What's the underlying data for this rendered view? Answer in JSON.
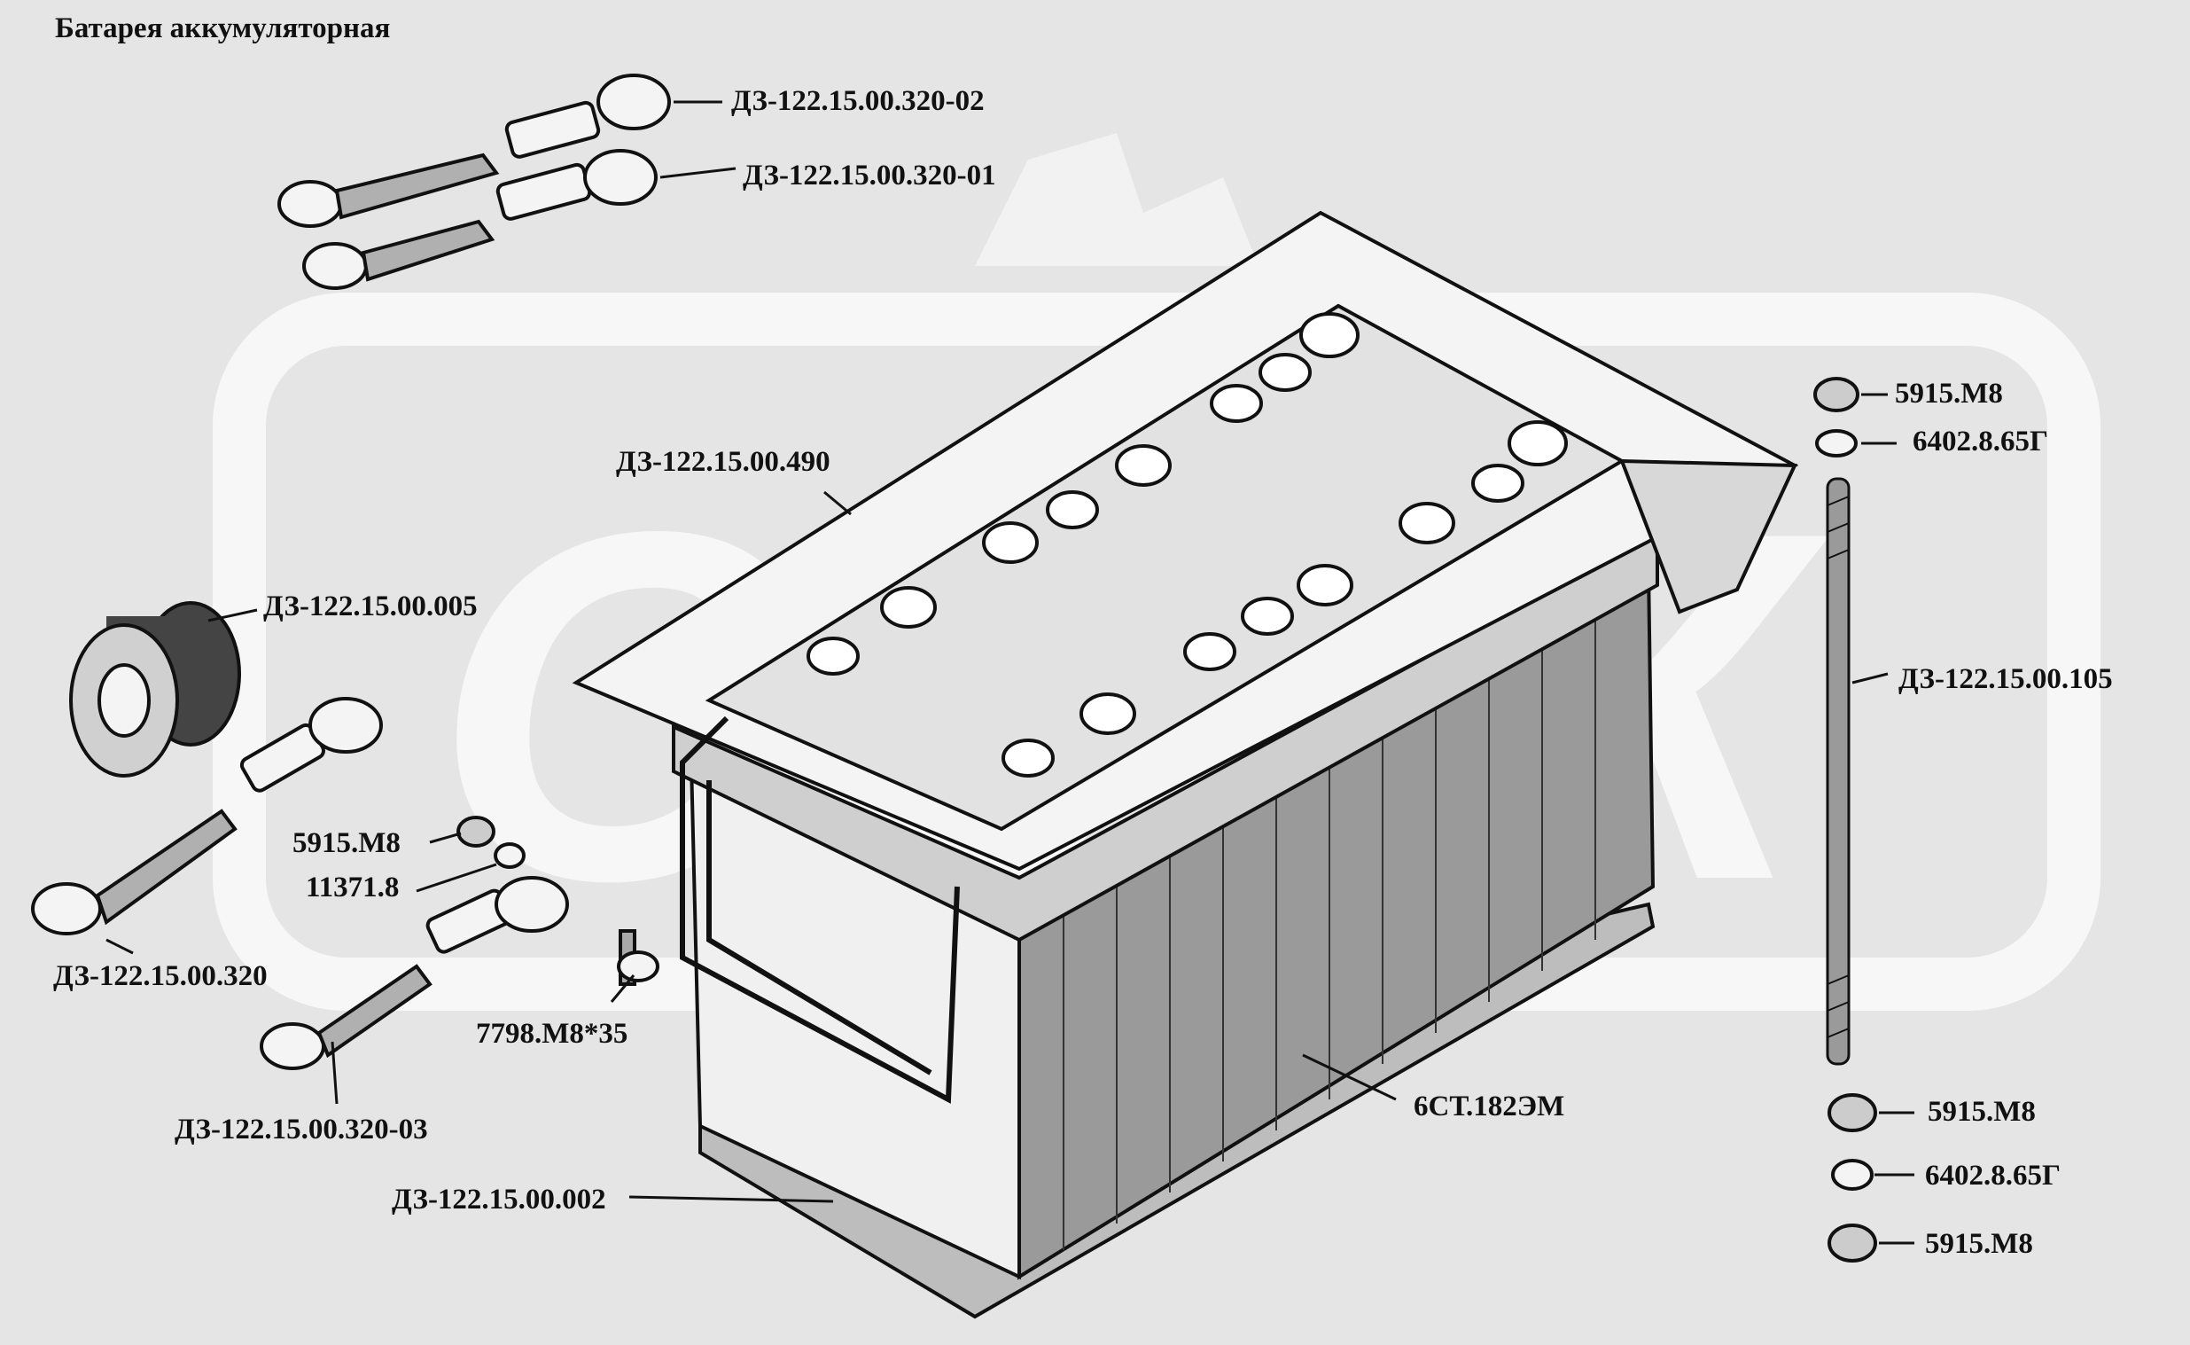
{
  "title": "Батарея аккумуляторная",
  "watermark": "ОЗАК",
  "colors": {
    "background": "#e5e5e5",
    "ink": "#111111",
    "watermark": "#f7f7f7"
  },
  "labels": {
    "p01": "ДЗ-122.15.00.320-02",
    "p02": "ДЗ-122.15.00.320-01",
    "p03": "ДЗ-122.15.00.490",
    "p04": "ДЗ-122.15.00.005",
    "p05": "5915.М8",
    "p06": "11371.8",
    "p07": "ДЗ-122.15.00.320",
    "p08": "7798.М8*35",
    "p09": "ДЗ-122.15.00.320-03",
    "p10": "6СТ.182ЭМ",
    "p11": "ДЗ-122.15.00.002",
    "p12": "5915.М8",
    "p13": "6402.8.65Г",
    "p14": "ДЗ-122.15.00.105",
    "p15": "5915.М8",
    "p16": "6402.8.65Г",
    "p17": "5915.М8"
  }
}
